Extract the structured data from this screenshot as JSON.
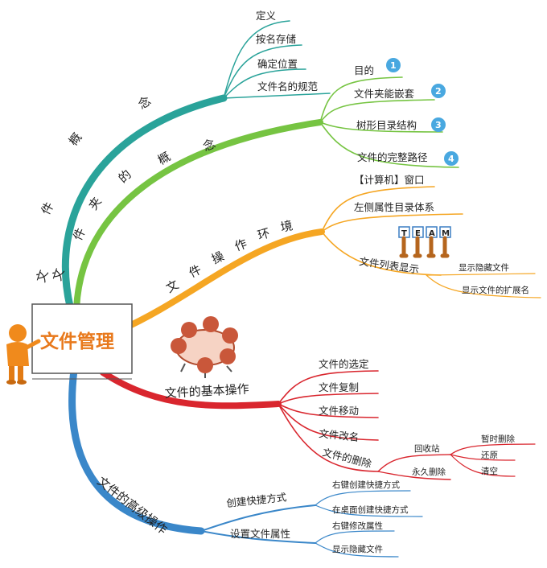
{
  "central": {
    "title": "文件管理"
  },
  "branches": {
    "concept": {
      "label": "文件概念",
      "color": "#2aa39a",
      "children": [
        "定义",
        "按名存储",
        "确定位置",
        "文件名的规范"
      ]
    },
    "folder": {
      "label": "文件夹的概念",
      "color": "#76c442",
      "children": [
        {
          "label": "目的",
          "badge": "1"
        },
        {
          "label": "文件夹能嵌套",
          "badge": "2"
        },
        {
          "label": "树形目录结构",
          "badge": "3"
        },
        {
          "label": "文件的完整路径",
          "badge": "4"
        }
      ]
    },
    "env": {
      "label": "文件操作环境",
      "color": "#f5a623",
      "children": [
        "【计算机】窗口",
        "左侧属性目录体系",
        "文件列表显示"
      ],
      "list_children": [
        "显示隐藏文件",
        "显示文件的扩展名"
      ],
      "team_letters": [
        "T",
        "E",
        "A",
        "M"
      ]
    },
    "basic": {
      "label": "文件的基本操作",
      "color": "#d9262e",
      "children": [
        "文件的选定",
        "文件复制",
        "文件移动",
        "文件改名",
        "文件的删除"
      ],
      "delete_children": [
        "回收站",
        "永久删除"
      ],
      "recycle_children": [
        "暂时删除",
        "还原",
        "清空"
      ]
    },
    "advanced": {
      "label": "文件的高级操作",
      "color": "#3a87c9",
      "shortcut": {
        "label": "创建快捷方式",
        "children": [
          "右键创建快捷方式",
          "在桌面创建快捷方式"
        ]
      },
      "attr": {
        "label": "设置文件属性",
        "children": [
          "右键修改属性",
          "显示隐藏文件"
        ]
      }
    }
  }
}
